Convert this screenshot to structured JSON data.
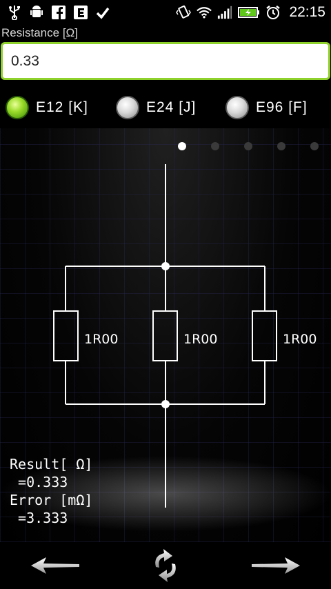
{
  "status_bar": {
    "time": "22:15",
    "left_icons": [
      "usb-icon",
      "android-debug-icon",
      "facebook-icon",
      "e-app-icon",
      "check-icon"
    ],
    "right_icons": [
      "vibrate-icon",
      "wifi-icon",
      "signal-icon",
      "battery-charging-icon",
      "alarm-icon"
    ]
  },
  "resistance": {
    "label": "Resistance [Ω]",
    "value": "0.33"
  },
  "series_options": [
    {
      "label": "E12 [K]",
      "selected": true
    },
    {
      "label": "E24 [J]",
      "selected": false
    },
    {
      "label": "E96 [F]",
      "selected": false
    }
  ],
  "pager": {
    "count": 5,
    "active": 0
  },
  "circuit": {
    "resistors": [
      {
        "label": "1R00"
      },
      {
        "label": "1R00"
      },
      {
        "label": "1R00"
      }
    ]
  },
  "result": {
    "result_label": "Result[ Ω]",
    "result_value": " =0.333",
    "error_label": "Error [mΩ]",
    "error_value": " =3.333"
  },
  "colors": {
    "accent_green": "#8fd12c",
    "background": "#000000",
    "line": "#ffffff"
  }
}
